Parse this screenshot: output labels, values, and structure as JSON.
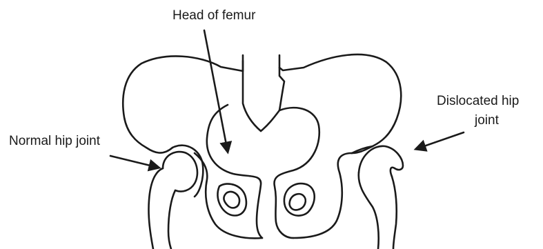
{
  "labels": {
    "head_of_femur": "Head of femur",
    "normal_hip_joint": "Normal hip joint",
    "dislocated_hip_joint_line1": "Dislocated hip",
    "dislocated_hip_joint_line2": "joint"
  },
  "colors": {
    "ink": "#1a1a1a",
    "background": "#ffffff"
  }
}
